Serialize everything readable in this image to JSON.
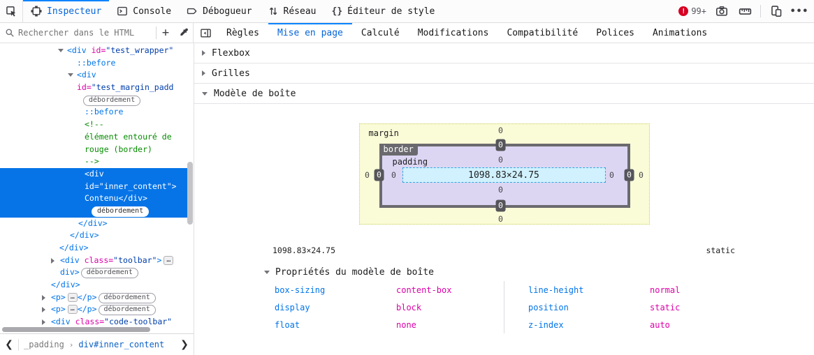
{
  "top_toolbar": {
    "tabs": [
      {
        "label": "Inspecteur",
        "icon": "inspector-icon",
        "active": true
      },
      {
        "label": "Console",
        "icon": "console-icon",
        "active": false
      },
      {
        "label": "Débogueur",
        "icon": "debugger-icon",
        "active": false
      },
      {
        "label": "Réseau",
        "icon": "network-icon",
        "active": false
      },
      {
        "label": "Éditeur de style",
        "icon": "style-editor-icon",
        "active": false
      }
    ],
    "error_count": "99+"
  },
  "search": {
    "placeholder": "Rechercher dans le HTML"
  },
  "side_tabs": [
    {
      "label": "Règles",
      "active": false
    },
    {
      "label": "Mise en page",
      "active": true
    },
    {
      "label": "Calculé",
      "active": false
    },
    {
      "label": "Modifications",
      "active": false
    },
    {
      "label": "Compatibilité",
      "active": false
    },
    {
      "label": "Polices",
      "active": false
    },
    {
      "label": "Animations",
      "active": false
    }
  ],
  "markup_tree": {
    "lines": [
      {
        "indent": 96,
        "twisty": "open",
        "segments": [
          {
            "c": "tag",
            "t": "<div "
          },
          {
            "c": "attr",
            "t": "id="
          },
          {
            "c": "val",
            "t": "\"test_wrapper\""
          }
        ]
      },
      {
        "indent": 110,
        "segments": [
          {
            "c": "pseudo",
            "t": "::before"
          }
        ]
      },
      {
        "indent": 110,
        "twisty": "open",
        "segments": [
          {
            "c": "tag",
            "t": "<div"
          }
        ]
      },
      {
        "indent": 110,
        "segments": [
          {
            "c": "attr",
            "t": "id="
          },
          {
            "c": "val",
            "t": "\"test_margin_padd"
          }
        ]
      },
      {
        "indent": 117,
        "segments": [
          {
            "c": "badge",
            "t": "débordement"
          }
        ]
      },
      {
        "indent": 121,
        "segments": [
          {
            "c": "pseudo",
            "t": "::before"
          }
        ]
      },
      {
        "indent": 121,
        "segments": [
          {
            "c": "comment",
            "t": "<!--"
          }
        ]
      },
      {
        "indent": 121,
        "segments": [
          {
            "c": "comment",
            "t": "élément entouré de"
          }
        ]
      },
      {
        "indent": 121,
        "segments": [
          {
            "c": "comment",
            "t": "rouge (border)"
          }
        ]
      },
      {
        "indent": 121,
        "segments": [
          {
            "c": "comment",
            "t": "-->"
          }
        ]
      },
      {
        "indent": 121,
        "selected": true,
        "segments": [
          {
            "c": "tag",
            "t": "<div"
          }
        ]
      },
      {
        "indent": 121,
        "selected": true,
        "segments": [
          {
            "c": "attr",
            "t": "id="
          },
          {
            "c": "val",
            "t": "\"inner_content\""
          },
          {
            "c": "tag",
            "t": ">"
          }
        ]
      },
      {
        "indent": 121,
        "selected": true,
        "segments": [
          {
            "c": "text",
            "t": "Contenu"
          },
          {
            "c": "tag",
            "t": "</div>"
          }
        ]
      },
      {
        "indent": 129,
        "selected": true,
        "segments": [
          {
            "c": "badge",
            "t": "débordement"
          }
        ]
      },
      {
        "indent": 112,
        "segments": [
          {
            "c": "tag",
            "t": "</div>"
          }
        ]
      },
      {
        "indent": 100,
        "segments": [
          {
            "c": "tag",
            "t": "</div>"
          }
        ]
      },
      {
        "indent": 85,
        "segments": [
          {
            "c": "tag",
            "t": "</div>"
          }
        ]
      },
      {
        "indent": 86,
        "twisty": "closed",
        "segments": [
          {
            "c": "tag",
            "t": "<div "
          },
          {
            "c": "attr",
            "t": "class="
          },
          {
            "c": "val",
            "t": "\"toolbar\""
          },
          {
            "c": "tag",
            "t": ">"
          },
          {
            "c": "ellipsis",
            "t": "…"
          }
        ]
      },
      {
        "indent": 86,
        "segments": [
          {
            "c": "tag",
            "t": "div>"
          },
          {
            "c": "badge",
            "t": "débordement"
          }
        ]
      },
      {
        "indent": 73,
        "segments": [
          {
            "c": "tag",
            "t": "</div>"
          }
        ]
      },
      {
        "indent": 73,
        "twisty": "closed",
        "segments": [
          {
            "c": "tag",
            "t": "<p>"
          },
          {
            "c": "ellipsis",
            "t": "…"
          },
          {
            "c": "tag",
            "t": "</p>"
          },
          {
            "c": "badge",
            "t": "débordement"
          }
        ]
      },
      {
        "indent": 73,
        "twisty": "closed",
        "segments": [
          {
            "c": "tag",
            "t": "<p>"
          },
          {
            "c": "ellipsis",
            "t": "…"
          },
          {
            "c": "tag",
            "t": "</p>"
          },
          {
            "c": "badge",
            "t": "débordement"
          }
        ]
      },
      {
        "indent": 73,
        "twisty": "closed",
        "segments": [
          {
            "c": "tag",
            "t": "<div "
          },
          {
            "c": "attr",
            "t": "class="
          },
          {
            "c": "val",
            "t": "\"code-toolbar\""
          }
        ]
      }
    ]
  },
  "breadcrumb": {
    "items": [
      {
        "label": "_padding",
        "active": false
      },
      {
        "label": "div#inner_content",
        "active": true
      }
    ]
  },
  "layout_panel": {
    "sections": [
      {
        "label": "Flexbox",
        "state": "collapsed"
      },
      {
        "label": "Grilles",
        "state": "collapsed"
      },
      {
        "label": "Modèle de boîte",
        "state": "expanded"
      }
    ],
    "box_model": {
      "labels": {
        "margin": "margin",
        "border": "border",
        "padding": "padding"
      },
      "content_size": "1098.83×24.75",
      "values": {
        "margin": {
          "top": "0",
          "right": "0",
          "bottom": "0",
          "left": "0"
        },
        "border": {
          "top": "0",
          "right": "0",
          "bottom": "0",
          "left": "0"
        },
        "padding": {
          "top": "0",
          "right": "0",
          "bottom": "0",
          "left": "0"
        }
      },
      "element_size": "1098.83×24.75",
      "position": "static",
      "properties_title": "Propriétés du modèle de boîte",
      "property_columns": [
        [
          {
            "name": "box-sizing",
            "value": "content-box"
          },
          {
            "name": "display",
            "value": "block"
          },
          {
            "name": "float",
            "value": "none"
          }
        ],
        [
          {
            "name": "line-height",
            "value": "normal"
          },
          {
            "name": "position",
            "value": "static"
          },
          {
            "name": "z-index",
            "value": "auto"
          }
        ]
      ]
    }
  }
}
